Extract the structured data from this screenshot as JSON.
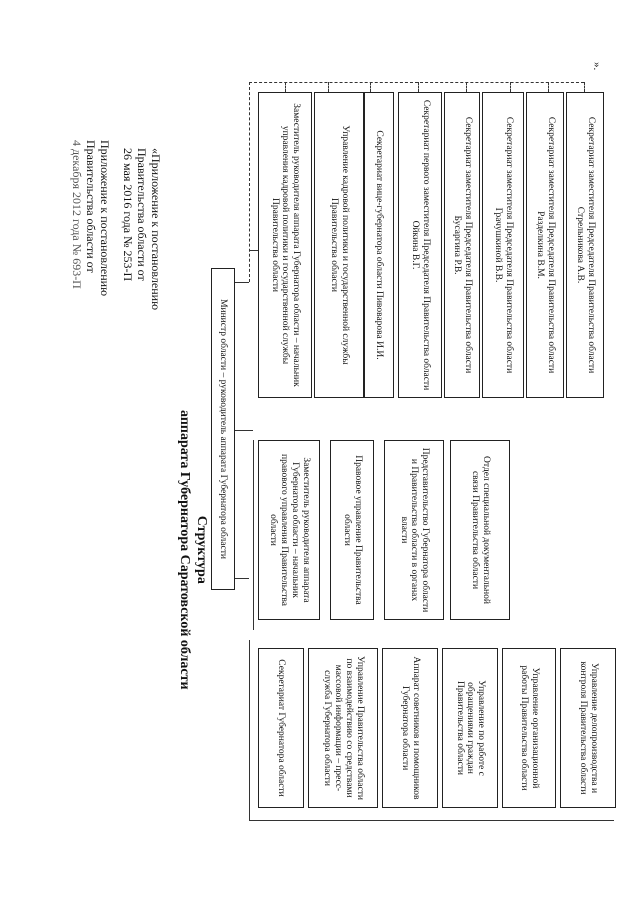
{
  "header": {
    "appendix_line1": "Приложение к постановлению",
    "appendix_line2": "Правительства области от",
    "appendix_line3": "4 декабря 2012 года № 693-П",
    "appendix_new_line1": "«Приложение к постановлению",
    "appendix_new_line2": "Правительства области от",
    "appendix_new_line3": "26 мая 2016 года № 253-П",
    "title_line1": "Структура",
    "title_line2": "аппарата Губернатора Саратовской области",
    "corner_mark": "»."
  },
  "head_box": "Министр области – руководитель аппарата Губернатора области",
  "middle_column": [
    "Заместитель руководителя аппарата Губернатора области – начальник правового управления Правительства области",
    "Правовое управление Правительства области",
    "Представительство Губернатора области и Правительства области в органах власти",
    "Отдел специальной документальной связи Правительства области"
  ],
  "right_main": "Заместитель руководителя аппарата Губернатора области – начальник управления кадровой политики и государственной службы Правительства области",
  "right_sub": [
    "Управление кадровой политики и государственной службы Правительства области",
    "Секретариат вице-губернатора области Пивоварова И.И.",
    "Секретариат первого заместителя Председателя Правительства области Ойкина В.Г.",
    "Секретариат заместителя Председателя Правительства области Бусаргина Р.В.",
    "Секретариат заместителя Председателя Правительства области Грачушкиной В.В.",
    "Секретариат заместителя Председателя Правительства области Разделкина В.М.",
    "Секретариат заместителя Председателя Правительства области Стрельникова А.В."
  ],
  "left_column": [
    "Секретариат Губернатора области",
    "Управление Правительства области по взаимодействию со средствами массовой информации – пресс-служба Губернатора области",
    "Аппарат советников и помощников Губернатора области",
    "Управление по работе с обращениями граждан Правительства области",
    "Управление организационной работы Правительства области",
    "Управление делопроизводства и контроля Правительства области"
  ]
}
